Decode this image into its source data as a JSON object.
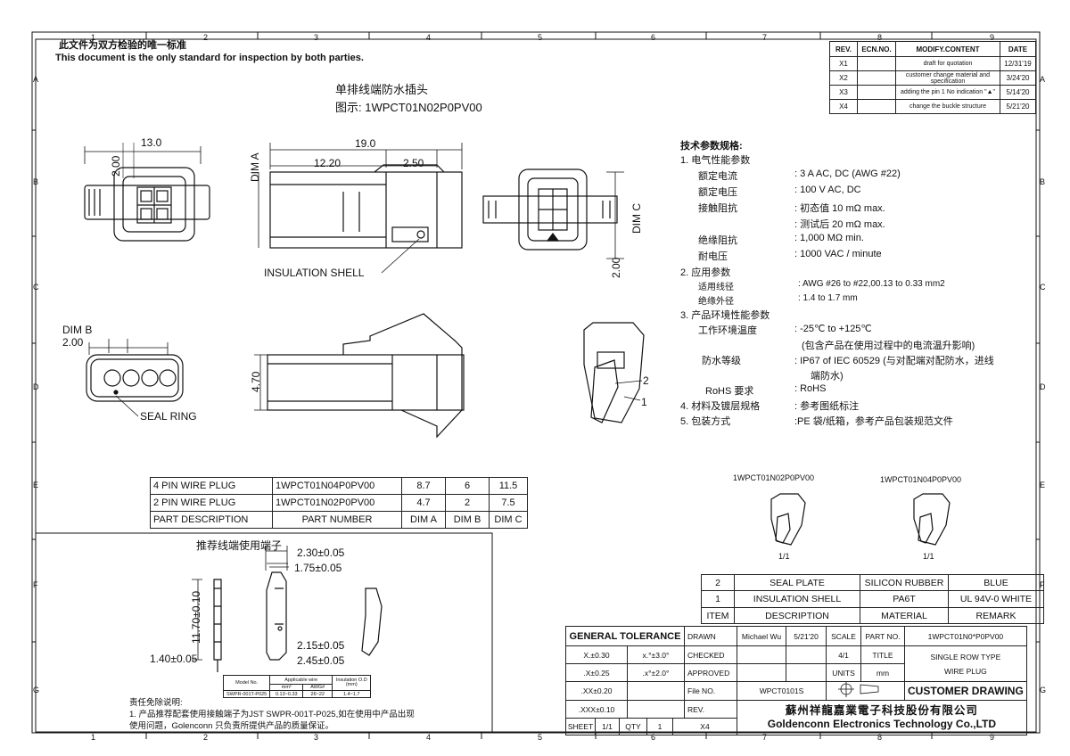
{
  "notice": {
    "cn": "此文件为双方检验的唯一标准",
    "en": "This document is the only standard for inspection by both parties."
  },
  "grid": {
    "cols": [
      "1",
      "2",
      "3",
      "4",
      "5",
      "6",
      "7",
      "8",
      "9"
    ],
    "rows": [
      "A",
      "B",
      "C",
      "D",
      "E",
      "F",
      "G"
    ]
  },
  "heading": {
    "title_cn": "单排线端防水插头",
    "pn_line": "图示: 1WPCT01N02P0PV00"
  },
  "revisions": {
    "headers": [
      "REV.",
      "ECN.NO.",
      "MODIFY.CONTENT",
      "DATE"
    ],
    "rows": [
      {
        "rev": "X1",
        "ecn": "",
        "content": "draft for quotation",
        "date": "12/31'19"
      },
      {
        "rev": "X2",
        "ecn": "",
        "content": "customer change material and specification",
        "date": "3/24'20"
      },
      {
        "rev": "X3",
        "ecn": "",
        "content": "adding the pin 1 No indication \"▲\"",
        "date": "5/14'20"
      },
      {
        "rev": "X4",
        "ecn": "",
        "content": "change the buckle structure",
        "date": "5/21'20"
      }
    ]
  },
  "dims": {
    "d13": "13.0",
    "d2a": "2.00",
    "dimA": "DIM A",
    "d19": "19.0",
    "d1220": "12.20",
    "d250": "2.50",
    "dimC": "DIM C",
    "d2b": "2.00",
    "insulation_shell": "INSULATION SHELL",
    "dimB": "DIM B",
    "d2c": "2.00",
    "seal_ring": "SEAL RING",
    "d470": "4.70",
    "c1": "1",
    "c2": "2"
  },
  "specs": {
    "title": "技术参数规格:",
    "rows": [
      {
        "label": "1. 电气性能参数",
        "value": ""
      },
      {
        "label": "额定电流",
        "value": ": 3 A AC, DC (AWG #22)"
      },
      {
        "label": "额定电压",
        "value": ": 100 V AC, DC"
      },
      {
        "label": "接触阻抗",
        "value": ": 初态值 10 mΩ max."
      },
      {
        "label": "",
        "value": ": 测试后 20 mΩ max."
      },
      {
        "label": "绝缘阻抗",
        "value": ": 1,000 MΩ min."
      },
      {
        "label": "耐电压",
        "value": ": 1000 VAC / minute"
      },
      {
        "label": "2. 应用参数",
        "value": ""
      },
      {
        "label": "适用线径",
        "value": ":  AWG #26 to #22,00.13 to 0.33 mm2"
      },
      {
        "label": "绝缘外径",
        "value": ":  1.4 to 1.7 mm"
      },
      {
        "label": "3. 产品环境性能参数",
        "value": ""
      },
      {
        "label": "工作环境温度",
        "value": ": -25℃ to +125℃"
      },
      {
        "label": "",
        "value": "(包含产品在使用过程中的电流温升影响)"
      },
      {
        "label": "防水等级",
        "value": ":  IP67 of IEC 60529 (与对配端对配防水，进线"
      },
      {
        "label": "",
        "value": "端防水)"
      },
      {
        "label": "RoHS 要求",
        "value": ":  RoHS"
      },
      {
        "label": "4. 材料及镀层规格",
        "value": ":  参考图纸标注"
      },
      {
        "label": "5. 包装方式",
        "value": ":PE 袋/纸箱，参考产品包装规范文件"
      }
    ]
  },
  "products": {
    "p2": {
      "name": "1WPCT01N02P0PV00",
      "scale": "1/1"
    },
    "p4": {
      "name": "1WPCT01N04P0PV00",
      "scale": "1/1"
    }
  },
  "part_table": {
    "rows": [
      [
        "4 PIN WIRE PLUG",
        "1WPCT01N04P0PV00",
        "8.7",
        "6",
        "11.5"
      ],
      [
        "2 PIN WIRE PLUG",
        "1WPCT01N02P0PV00",
        "4.7",
        "2",
        "7.5"
      ],
      [
        "PART DESCRIPTION",
        "PART NUMBER",
        "DIM A",
        "DIM B",
        "DIM C"
      ]
    ]
  },
  "terminal": {
    "title": "推荐线端使用端子",
    "d230": "2.30±0.05",
    "d175": "1.75±0.05",
    "d1170": "11.70±0.10",
    "d215": "2.15±0.05",
    "d245": "2.45±0.05",
    "d140": "1.40±0.05",
    "mini_headers": [
      "Model No.",
      "Applicable wire",
      "Insulation O.D (mm)"
    ],
    "mini_sub": [
      "mm²",
      "AWG#"
    ],
    "mini_row": [
      "SWPR-001T-P025",
      "0.13~0.33",
      "26~22",
      "1.4~1.7"
    ],
    "disclaimer_title": "责任免除说明:",
    "disclaimer_l1": "1. 产品推荐配套使用接触端子为JST SWPR-001T-P025,如在使用中产品出现",
    "disclaimer_l2": "使用问题，Golenconn 只负责所提供产品的质量保证。"
  },
  "bom": {
    "rows": [
      [
        "2",
        "SEAL PLATE",
        "SILICON RUBBER",
        "BLUE"
      ],
      [
        "1",
        "INSULATION SHELL",
        "PA6T",
        "UL 94V-0 WHITE"
      ],
      [
        "ITEM",
        "DESCRIPTION",
        "MATERIAL",
        "REMARK"
      ]
    ]
  },
  "titleblock": {
    "gt": "GENERAL TOLERANCE",
    "tx1": "X.±0.30",
    "ta1": "x.°±3.0°",
    "tx2": ".X±0.25",
    "ta2": ".x°±2.0°",
    "tx3": ".XX±0.20",
    "tx4": ".XXX±0.10",
    "drawn": "DRAWN",
    "drawer": "Michael Wu",
    "ddate": "5/21'20",
    "scale": "SCALE",
    "scale_v": "4/1",
    "partno": "PART NO.",
    "partno_v": "1WPCT01N0*P0PV00",
    "checked": "CHECKED",
    "title": "TITLE",
    "title_v1": "SINGLE ROW TYPE",
    "title_v2": "WIRE PLUG",
    "approved": "APPROVED",
    "units": "UNITS",
    "units_v": "mm",
    "fileno": "File NO.",
    "fileno_v": "WPCT0101S",
    "customer": "CUSTOMER DRAWING",
    "rev": "REV.",
    "sheet": "SHEET",
    "sheet_v": "1/1",
    "qty": "QTY",
    "qty_v": "1",
    "rev_v": "X4",
    "company_cn": "蘇州祥龍嘉業電子科技股份有限公司",
    "company_en": "Goldenconn Electronics Technology Co.,LTD"
  }
}
